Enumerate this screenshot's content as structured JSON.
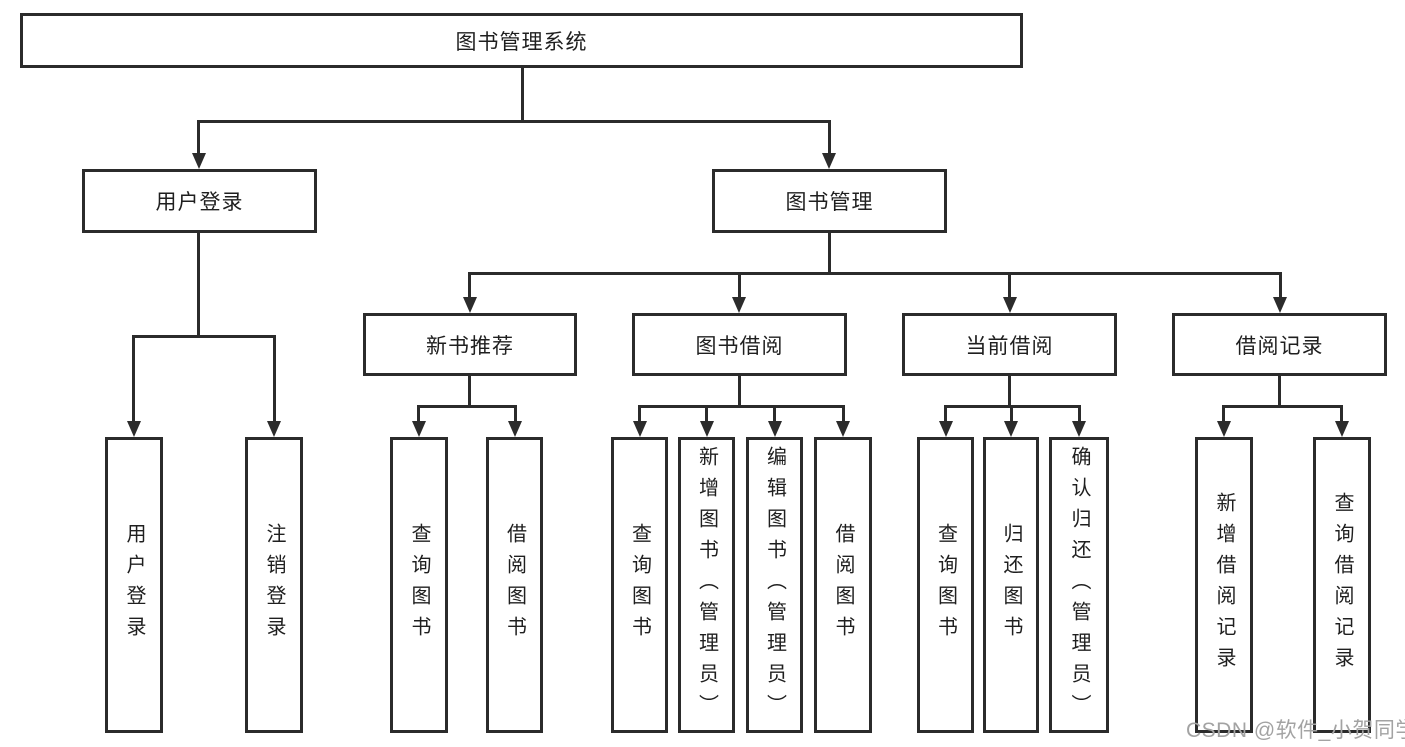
{
  "colors": {
    "line": "#2b2b2b",
    "text": "#1f1f1f",
    "watermark_text": "#a3a3a3",
    "background": "#ffffff"
  },
  "diagram": {
    "root": {
      "label": "图书管理系统"
    },
    "branches": [
      {
        "label": "用户登录",
        "children": [
          {
            "label": "用户登录"
          },
          {
            "label": "注销登录"
          }
        ]
      },
      {
        "label": "图书管理",
        "children": [
          {
            "label": "新书推荐",
            "children": [
              {
                "label": "查询图书"
              },
              {
                "label": "借阅图书"
              }
            ]
          },
          {
            "label": "图书借阅",
            "children": [
              {
                "label": "查询图书"
              },
              {
                "label": "新增图书（管理员）"
              },
              {
                "label": "编辑图书（管理员）"
              },
              {
                "label": "借阅图书"
              }
            ]
          },
          {
            "label": "当前借阅",
            "children": [
              {
                "label": "查询图书"
              },
              {
                "label": "归还图书"
              },
              {
                "label": "确认归还（管理员）"
              }
            ]
          },
          {
            "label": "借阅记录",
            "children": [
              {
                "label": "新增借阅记录"
              },
              {
                "label": "查询借阅记录"
              }
            ]
          }
        ]
      }
    ]
  },
  "watermark": {
    "text": "CSDN @软件_小贺同学"
  }
}
